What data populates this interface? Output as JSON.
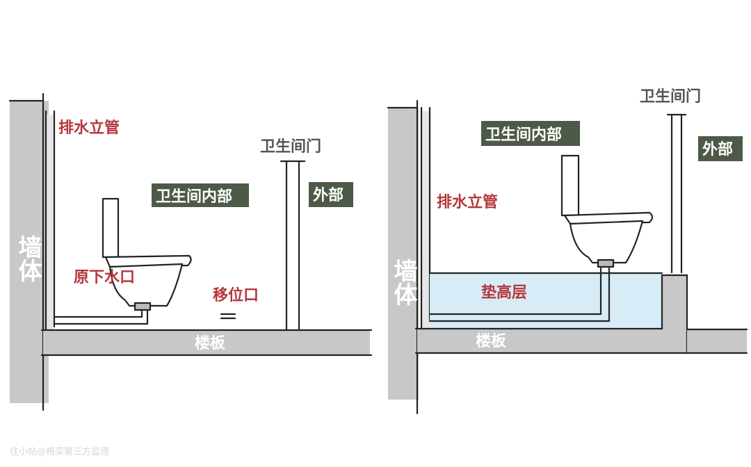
{
  "labels": {
    "wall": "墙体",
    "riser": "排水立管",
    "door": "卫生间门",
    "inside": "卫生间内部",
    "outside": "外部",
    "original_outlet": "原下水口",
    "moved_outlet": "移位口",
    "floor": "楼板",
    "raised_layer": "垫高层"
  },
  "watermark": "住小帖@格栾第三方监理",
  "colors": {
    "wall_gray": "#c8c8c8",
    "dark_box": "#4d5a48",
    "red_text": "#b5363a",
    "raised_fill": "#d7ecf7"
  }
}
